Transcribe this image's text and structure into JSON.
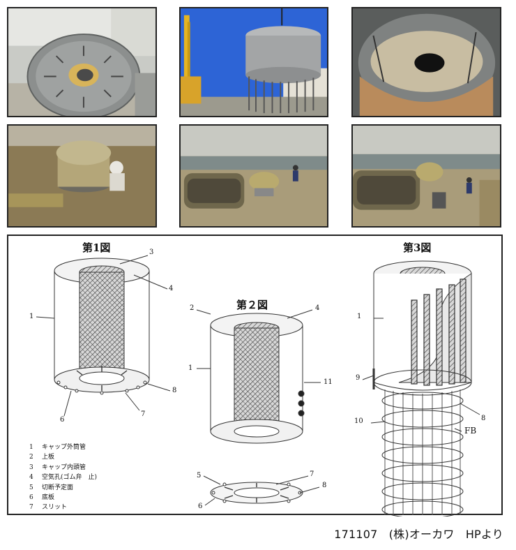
{
  "figures": {
    "fig1_title": "第1図",
    "fig2_title": "第２図",
    "fig3_title": "第3図"
  },
  "callouts": {
    "fig1": [
      "3",
      "4",
      "1",
      "8",
      "6",
      "7"
    ],
    "fig2": [
      "2",
      "4",
      "1",
      "11",
      "5",
      "7",
      "8",
      "6"
    ],
    "fig3": [
      "1",
      "9",
      "10",
      "8",
      "FB"
    ]
  },
  "legend": [
    {
      "num": "1",
      "text": "キャップ外筒管"
    },
    {
      "num": "2",
      "text": "上板"
    },
    {
      "num": "3",
      "text": "キャップ内頭管"
    },
    {
      "num": "4",
      "text": "空気孔(ゴム弁　止)"
    },
    {
      "num": "5",
      "text": "切断予定面"
    },
    {
      "num": "6",
      "text": "底板"
    },
    {
      "num": "7",
      "text": "スリット"
    }
  ],
  "credit": "171107　(株)オーカワ　HPより",
  "colors": {
    "sky": "#3a6fd8",
    "steel": "#a7a9ac",
    "soil": "#8b7a55",
    "rust": "#b98b5c"
  }
}
